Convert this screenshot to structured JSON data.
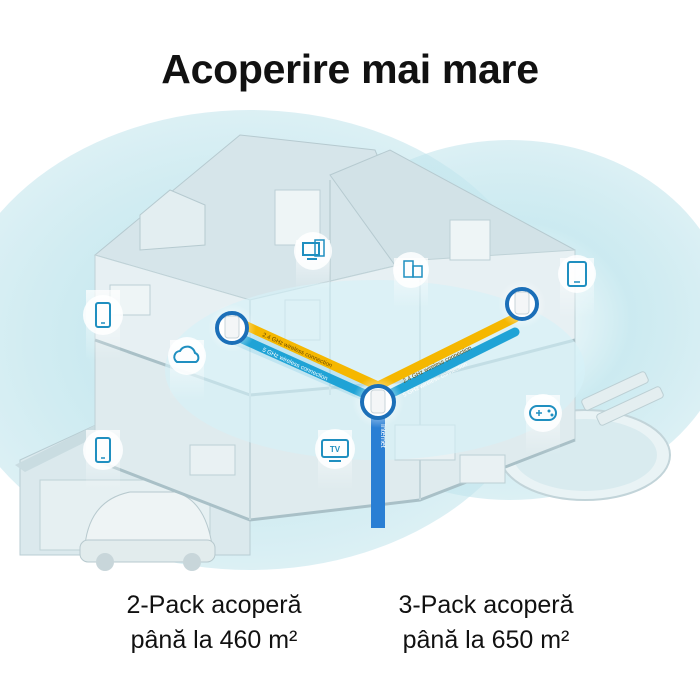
{
  "title": "Acoperire mai mare",
  "link_labels": {
    "band_24": "2.4 GHz wireless connection",
    "band_5": "5 GHz wireless connection",
    "internet": "Internet"
  },
  "device_labels": {
    "tv": "TV"
  },
  "icons": [
    "phone-icon",
    "cloud-icon",
    "monitor-icon",
    "dvr-icon",
    "tablet-icon",
    "tv-icon",
    "gamepad-icon",
    "mesh-unit-icon"
  ],
  "captions": {
    "two_pack": {
      "line1": "2-Pack acoperă",
      "line2": "până la 460 m²"
    },
    "three_pack": {
      "line1": "3-Pack acoperă",
      "line2": "până la 650 m²"
    }
  },
  "colors": {
    "coverage": "#cdeaf0",
    "house": "#d9e8ec",
    "band_24": "#f5b700",
    "band_5": "#1fa3d6",
    "internet": "#2a7fd4"
  }
}
